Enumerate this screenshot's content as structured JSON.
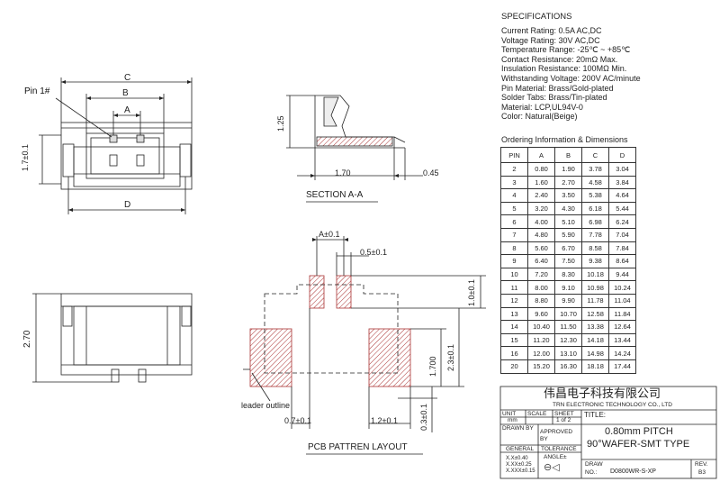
{
  "specifications": {
    "title": "SPECIFICATIONS",
    "lines": [
      "Current Rating: 0.5A AC,DC",
      "Voltage Rating: 30V AC,DC",
      "Temperature Range: -25℃ ~ +85℃",
      "Contact Resistance: 20mΩ Max.",
      "Insulation Resistance: 100MΩ Min.",
      "Withstanding Voltage: 200V AC/minute",
      "Pin Material: Brass/Gold-plated",
      "Solder Tabs: Brass/Tin-plated",
      "Material: LCP,UL94V-0",
      "Color: Natural(Beige)"
    ]
  },
  "ordering": {
    "title": "Ordering Information & Dimensions",
    "headers": [
      "PIN",
      "A",
      "B",
      "C",
      "D"
    ],
    "rows": [
      [
        "2",
        "0.80",
        "1.90",
        "3.78",
        "3.04"
      ],
      [
        "3",
        "1.60",
        "2.70",
        "4.58",
        "3.84"
      ],
      [
        "4",
        "2.40",
        "3.50",
        "5.38",
        "4.64"
      ],
      [
        "5",
        "3.20",
        "4.30",
        "6.18",
        "5.44"
      ],
      [
        "6",
        "4.00",
        "5.10",
        "6.98",
        "6.24"
      ],
      [
        "7",
        "4.80",
        "5.90",
        "7.78",
        "7.04"
      ],
      [
        "8",
        "5.60",
        "6.70",
        "8.58",
        "7.84"
      ],
      [
        "9",
        "6.40",
        "7.50",
        "9.38",
        "8.64"
      ],
      [
        "10",
        "7.20",
        "8.30",
        "10.18",
        "9.44"
      ],
      [
        "11",
        "8.00",
        "9.10",
        "10.98",
        "10.24"
      ],
      [
        "12",
        "8.80",
        "9.90",
        "11.78",
        "11.04"
      ],
      [
        "13",
        "9.60",
        "10.70",
        "12.58",
        "11.84"
      ],
      [
        "14",
        "10.40",
        "11.50",
        "13.38",
        "12.64"
      ],
      [
        "15",
        "11.20",
        "12.30",
        "14.18",
        "13.44"
      ],
      [
        "16",
        "12.00",
        "13.10",
        "14.98",
        "14.24"
      ],
      [
        "20",
        "15.20",
        "16.30",
        "18.18",
        "17.44"
      ]
    ]
  },
  "views": {
    "pin1": "Pin 1#",
    "top": {
      "c": "C",
      "b": "B",
      "a": "A",
      "d": "D",
      "height": "1.7±0.1"
    },
    "section": {
      "h": "1.25",
      "w1": "1.70",
      "w2": "0.45",
      "title": "SECTION A-A"
    },
    "side": {
      "height": "2.70"
    },
    "pcb": {
      "a": "A±0.1",
      "pad_w": "0.5±0.1",
      "h1": "1.0±0.1",
      "h2": "2.3±0.1",
      "h3": "1.700",
      "h4": "0.3±0.1",
      "w1": "0.7±0.1",
      "w2": "1.2±0.1",
      "leader": "leader outline",
      "title": "PCB PATTREN LAYOUT"
    }
  },
  "titleblock": {
    "company_cn": "伟昌电子科技有限公司",
    "company_en": "TRN ELECTRONIC TECHNOLOGY CO., LTD",
    "unit": "UNIT",
    "scale": "SCALE",
    "sheet": "SHEET",
    "title_label": "TITLE:",
    "unit_val": "mm",
    "sheet_val": "1 of 2",
    "drawn_by": "DRAWN BY",
    "approved_by": "APPROVED BY",
    "title_line1": "0.80mm PITCH",
    "title_line2": "90°WAFER-SMT TYPE",
    "general": "GENERAL",
    "tolerance": "TOLERANCE",
    "tol1": "X.X±0.40",
    "tol2": "X.XX±0.25",
    "tol3": "X.XXX±0.15",
    "angle": "ANGLE±",
    "draw_label": "DRAW",
    "no_label": "NO.:",
    "draw_no": "D0800WR-S-XP",
    "rev_label": "REV.",
    "rev_val": "B3"
  }
}
